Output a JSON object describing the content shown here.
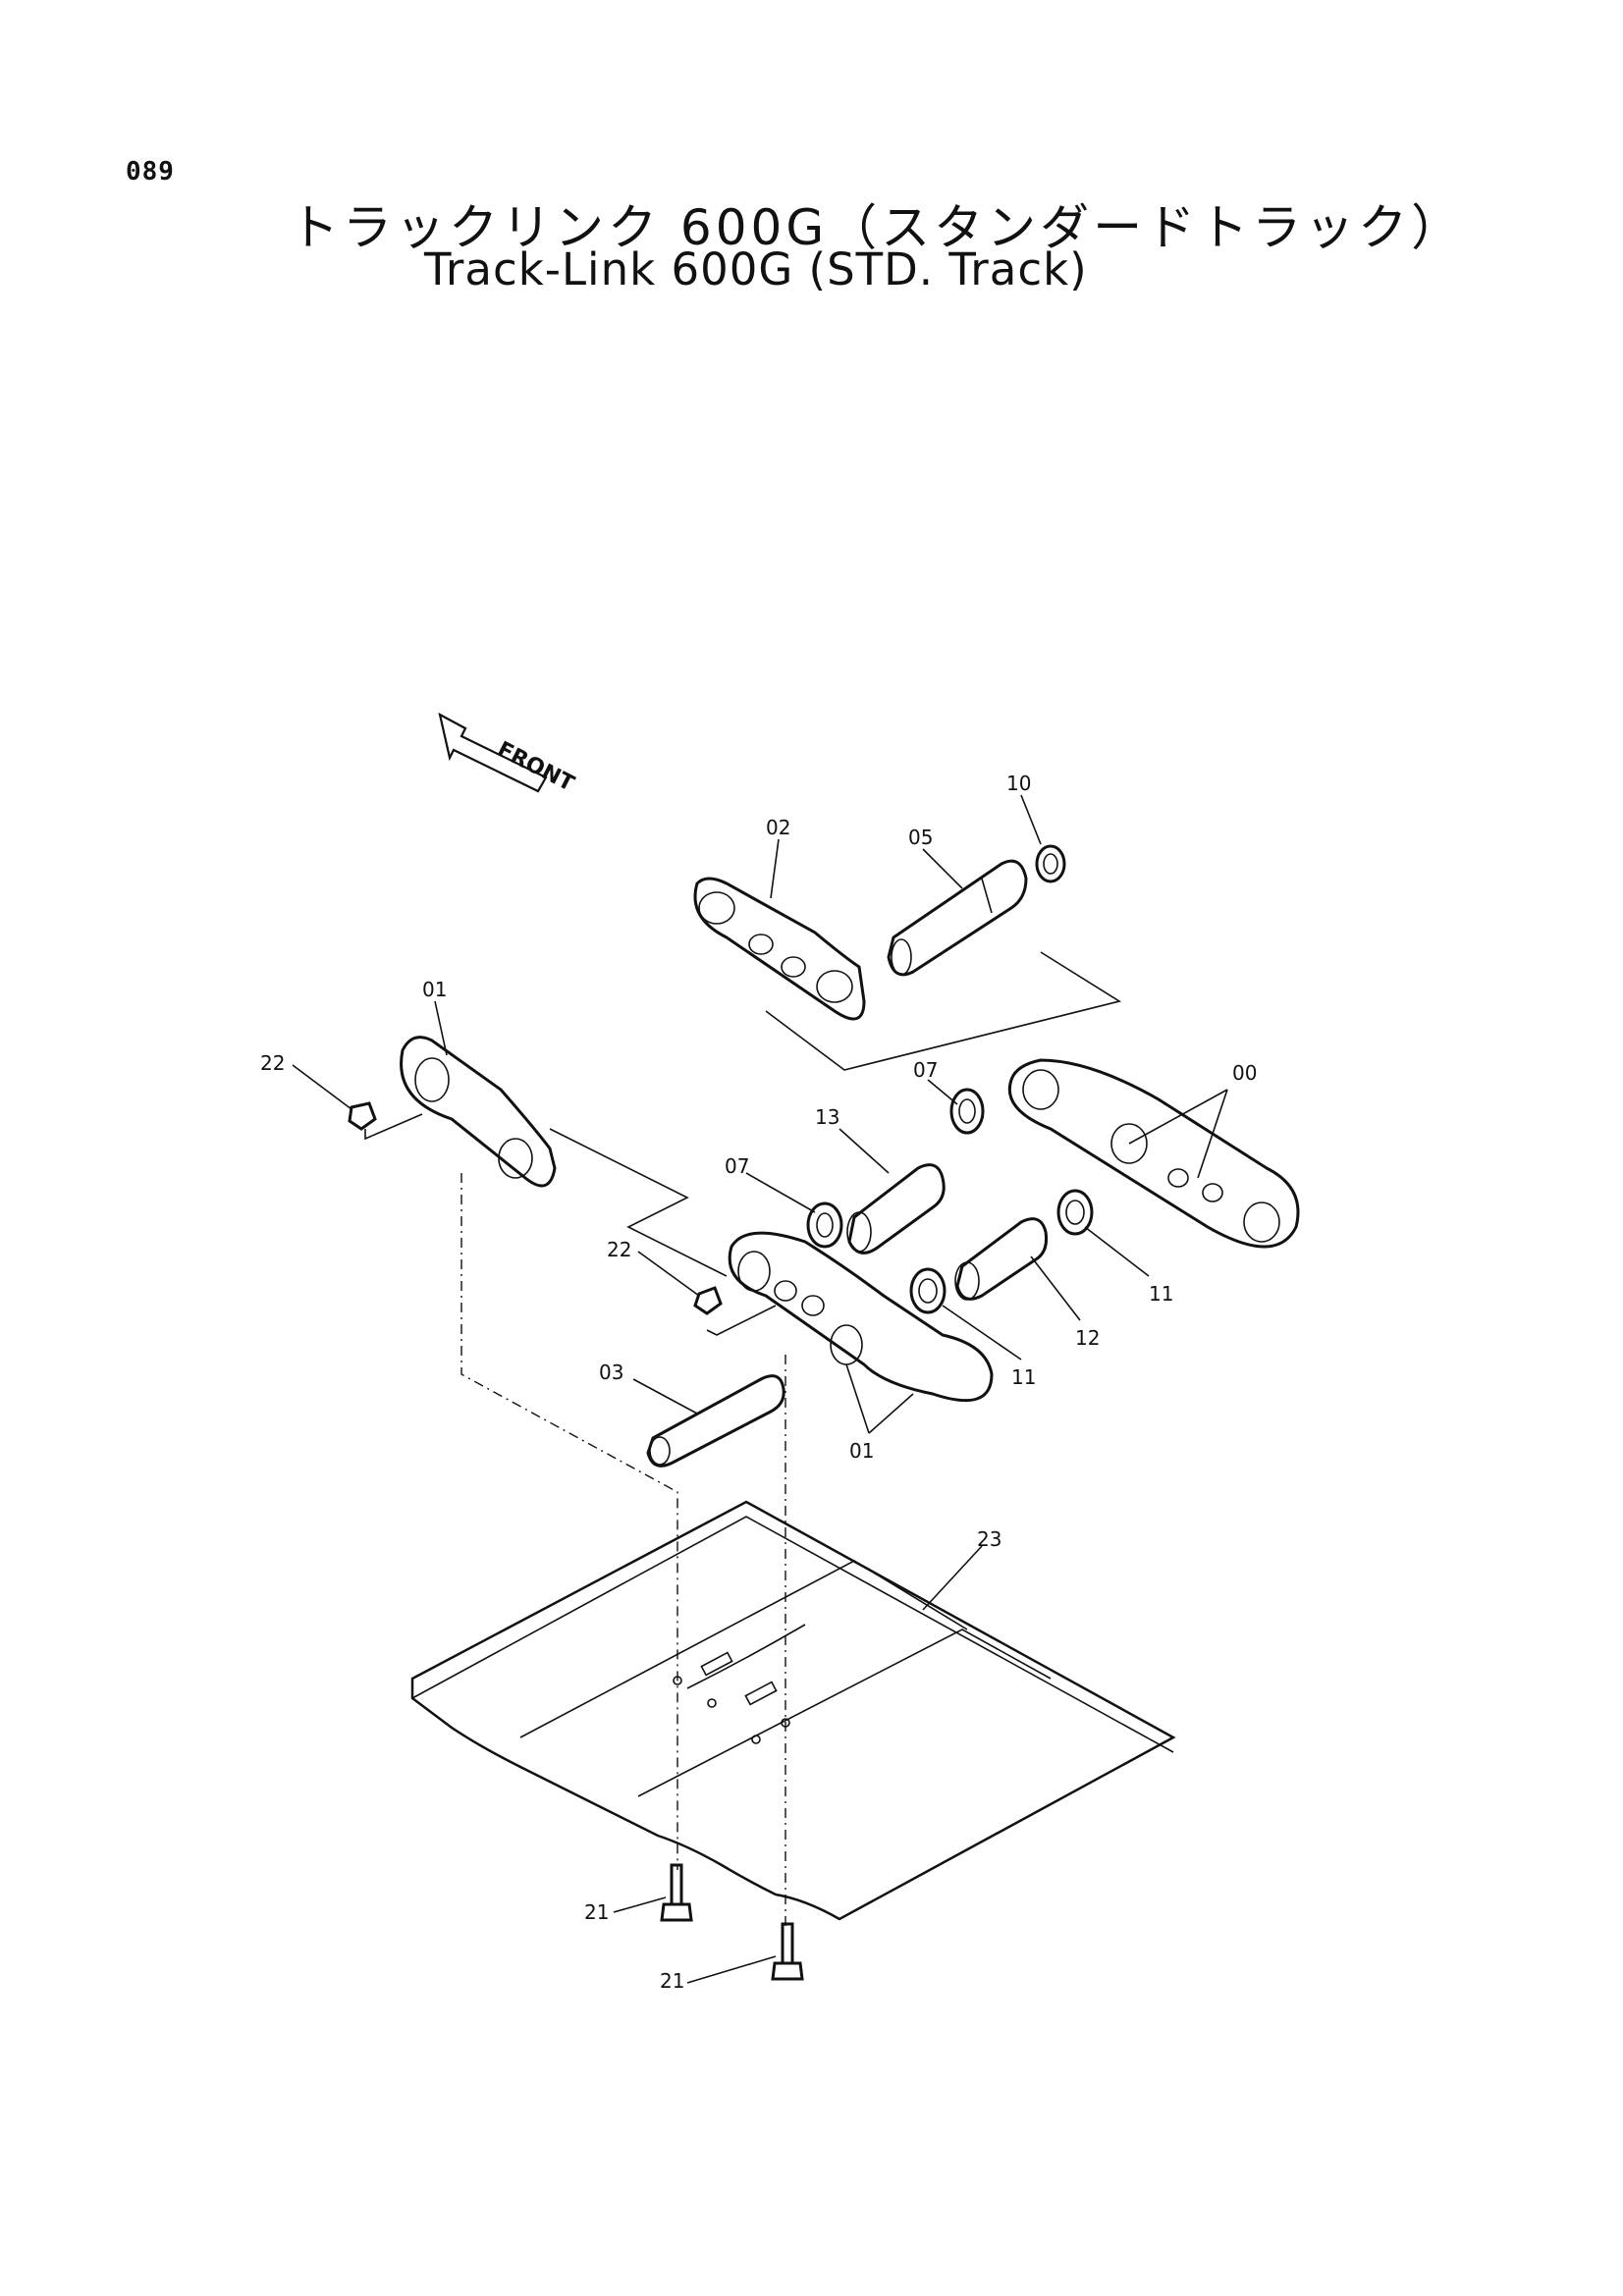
{
  "page_number": "089",
  "title_jp": "トラックリンク 600G（スタンダードトラック）",
  "title_en": "Track-Link 600G (STD. Track)",
  "front_label": "FRONT",
  "callouts": {
    "c02": "02",
    "c05": "05",
    "c10": "10",
    "c01_top": "01",
    "c22_top": "22",
    "c07_right": "07",
    "c00": "00",
    "c13": "13",
    "c07_left": "07",
    "c22_mid": "22",
    "c11_right": "11",
    "c11_mid": "11",
    "c12": "12",
    "c03": "03",
    "c01_bottom": "01",
    "c23": "23",
    "c21_upper": "21",
    "c21_lower": "21"
  }
}
